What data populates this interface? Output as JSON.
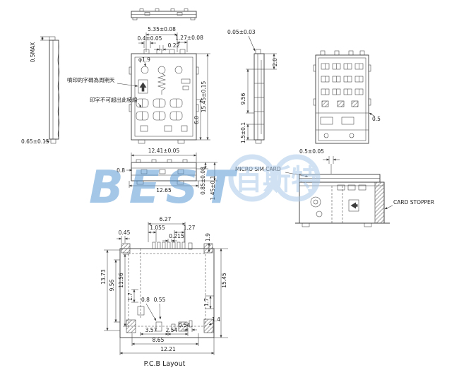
{
  "watermark": {
    "brand": "BEST",
    "cjk": "百斯特"
  },
  "side_view": {
    "d_05max": "0.5MAX",
    "d_065": "0.65±0.15"
  },
  "front_view": {
    "d_535": "5.35±0.08",
    "d_04": "0.4±0.05",
    "d_022": "0.22",
    "d_127": "1.27±0.08",
    "d_phi19": "φ1.9",
    "d_1545": "15.45±0.15",
    "d_60": "6.0",
    "note_print_code": "噴印的字碼為周期天",
    "note_print_limit": "印字不可超出此棱線"
  },
  "right_view": {
    "d_005": "0.05±0.03",
    "d_20": "2.0",
    "d_956": "9.56",
    "d_15": "1.5±0.1"
  },
  "rear_view": {
    "d_05": "0.5"
  },
  "bottom_view": {
    "d_1241": "12.41±0.05",
    "d_08": "0.8",
    "d_1265": "12.65",
    "d_085": "0.85±0.08",
    "d_145": "1.45±0.1"
  },
  "section_view": {
    "d_0505": "0.5±0.05",
    "label_sim": "MICRO SIM CARD",
    "label_stopper": "CARD STOPPER"
  },
  "pcb_view": {
    "title": "P.C.B Layout",
    "d_627": "6.27",
    "d_1055": "1.055",
    "d_0215": "0.215",
    "d_127": "1.27",
    "d_045": "0.45",
    "d_19": "1.9",
    "d_1373": "13.73",
    "d_956": "9.56",
    "d_1156": "11.56",
    "d_17_left": "1.7",
    "d_08": "0.8",
    "d_055": "0.55",
    "d_1545": "15.45",
    "d_17_right": "1.7",
    "d_14": "1.4",
    "d_357": "3.57",
    "d_254": "2.54",
    "d_054": "0.54",
    "d_865": "8.65",
    "d_1221": "12.21"
  }
}
